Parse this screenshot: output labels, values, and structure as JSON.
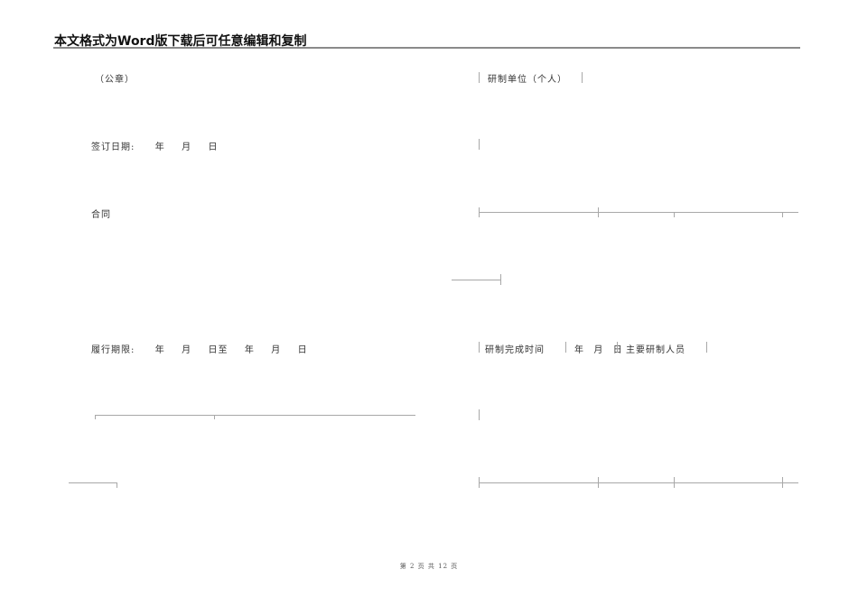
{
  "header": {
    "title": "本文格式为Word版下载后可任意编辑和复制"
  },
  "left_column": {
    "seal": "（公章）",
    "sign_date": {
      "label": "签订日期:",
      "year": "年",
      "month": "月",
      "day": "日"
    },
    "contract": "合同",
    "performance_period": {
      "label": "履行期限:",
      "start_year": "年",
      "start_month": "月",
      "start_day_to": "日至",
      "end_year": "年",
      "end_month": "月",
      "end_day": "日"
    }
  },
  "right_column": {
    "dev_unit": "研制单位（个人）",
    "completion_time": {
      "label": "研制完成时间",
      "year": "年",
      "month": "月",
      "day": "日"
    },
    "main_developers": "主要研制人员"
  },
  "footer": {
    "page_prefix": "第",
    "page_number": "2",
    "page_middle": "页 共",
    "total_pages": "12",
    "page_suffix": "页"
  }
}
